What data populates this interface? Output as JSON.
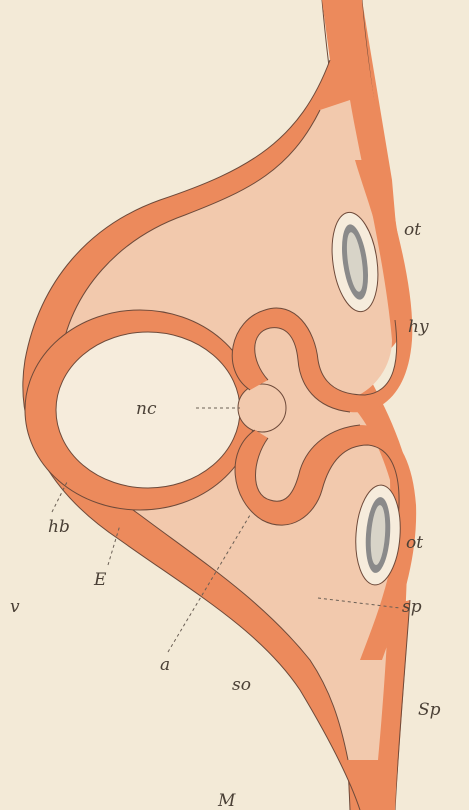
{
  "figure": {
    "colors": {
      "background": "#f3ead7",
      "ectoderm_orange": "#ec8a5c",
      "mesoderm_pale": "#f2c9ad",
      "lumen": "#f6ecdc",
      "outline": "#6e4a3a",
      "label_ink": "#4a4036"
    },
    "labels": {
      "ot_upper": "ot",
      "hy": "hy",
      "nc": "nc",
      "hb": "hb",
      "E": "E",
      "a": "a",
      "ot_lower": "ot",
      "sp": "sp",
      "so": "so",
      "sp_lower": "Sp",
      "v": "v",
      "bottom_mark": "M"
    }
  }
}
